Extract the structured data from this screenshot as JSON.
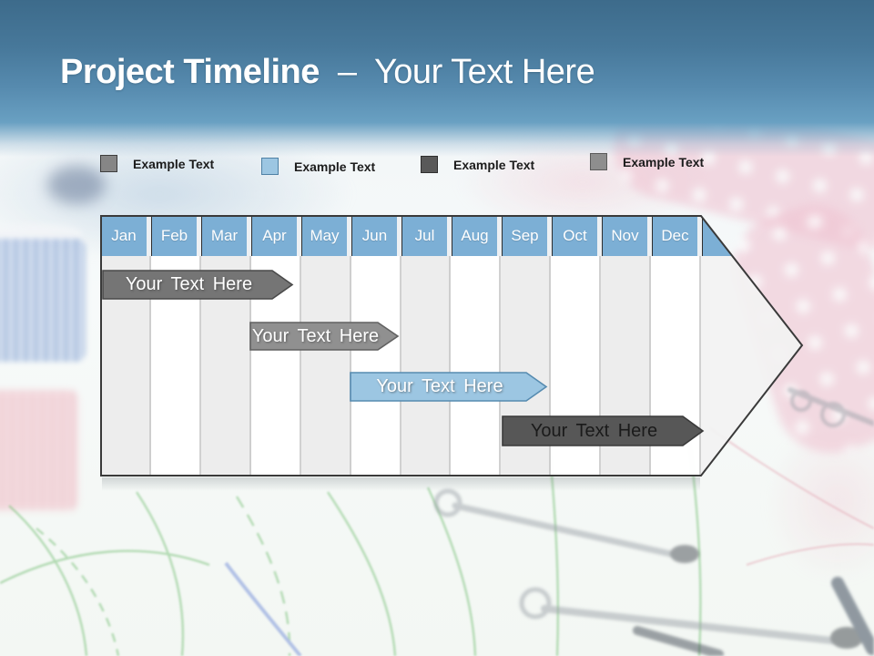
{
  "slide": {
    "title": {
      "emphasis": "Project Timeline",
      "separator": "–",
      "rest": "Your Text Here"
    },
    "accent_colors": {
      "title_band_top": "#3d6b8b",
      "title_band_bottom": "#6ba2c4",
      "month_header_blue": "#7cafd5"
    }
  },
  "legend": {
    "items": [
      {
        "label": "Example Text",
        "swatch_color": "#868686",
        "swatch_border": "#3d3d3d"
      },
      {
        "label": "Example Text",
        "swatch_color": "#9cc6e2",
        "swatch_border": "#4f81a5"
      },
      {
        "label": "Example Text",
        "swatch_color": "#595959",
        "swatch_border": "#2f2f2f"
      },
      {
        "label": "Example Text",
        "swatch_color": "#8e8e8e",
        "swatch_border": "#5a5a5a"
      }
    ]
  },
  "timeline": {
    "months": [
      "Jan",
      "Feb",
      "Mar",
      "Apr",
      "May",
      "Jun",
      "Jul",
      "Aug",
      "Sep",
      "Oct",
      "Nov",
      "Dec"
    ],
    "bars": [
      {
        "label": "Your Text Here",
        "fill": "#757575",
        "border": "#4a4a4a",
        "text_color": "#ffffff",
        "span": {
          "from": "Jan",
          "to": "Apr"
        }
      },
      {
        "label": "Your Text Here",
        "fill": "#909090",
        "border": "#616161",
        "text_color": "#ffffff",
        "span": {
          "from": "Apr",
          "to": "Jun"
        }
      },
      {
        "label": "Your Text Here",
        "fill": "#9cc6e2",
        "border": "#568bb0",
        "text_color": "#ffffff",
        "span": {
          "from": "Jun",
          "to": "Sep"
        }
      },
      {
        "label": "Your Text Here",
        "fill": "#575757",
        "border": "#3a3a3a",
        "text_color": "#1a1a1a",
        "span": {
          "from": "Sep",
          "to": "Dec"
        }
      }
    ]
  }
}
